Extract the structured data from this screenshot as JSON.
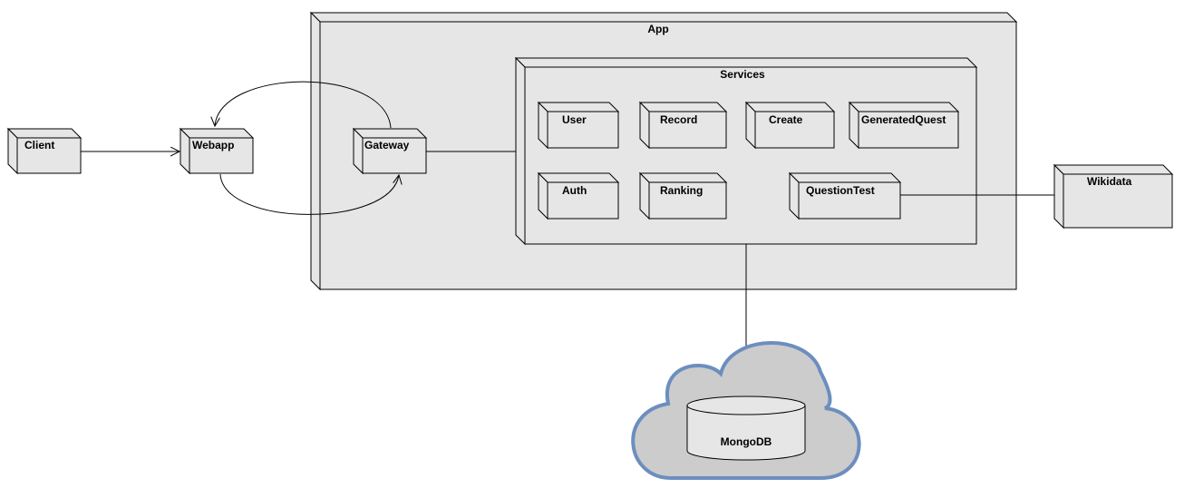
{
  "diagram": {
    "app": {
      "label": "App"
    },
    "services": {
      "label": "Services"
    },
    "nodes": {
      "client": "Client",
      "webapp": "Webapp",
      "gateway": "Gateway",
      "wikidata": "Wikidata",
      "user": "User",
      "record": "Record",
      "create": "Create",
      "generated_quest": "GeneratedQuest",
      "auth": "Auth",
      "ranking": "Ranking",
      "question_test": "QuestionTest"
    },
    "database": {
      "label": "MongoDB"
    },
    "colors": {
      "node_fill": "#e6e6e6",
      "cloud_fill": "#cccccc",
      "cloud_stroke": "#6c8ebf"
    }
  }
}
